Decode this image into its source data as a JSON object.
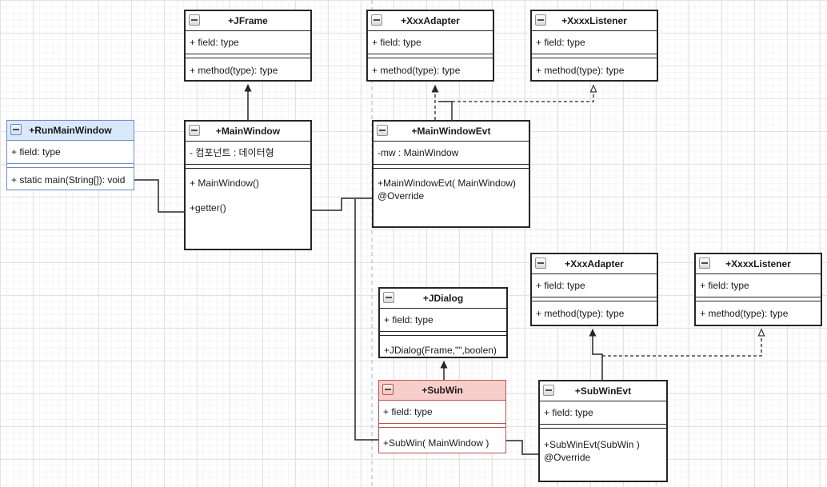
{
  "diagram": {
    "kind": "uml-class-diagram",
    "colors": {
      "box_stroke": "#262626",
      "blue_fill": "#dae8fc",
      "blue_stroke": "#6c8ebf",
      "pink_fill": "#f8cecc",
      "pink_stroke": "#b85450",
      "grid_minor": "#f4f4f4",
      "grid_major": "#e3e3e3",
      "page_break": "#b5b5b5"
    },
    "icons": {
      "collapse": "minus-square-icon"
    }
  },
  "boxes": {
    "jframe": {
      "title": "+JFrame",
      "field": "+ field: type",
      "methods": [
        "+ method(type): type"
      ]
    },
    "adapter_top": {
      "title": "+XxxAdapter",
      "field": "+ field: type",
      "methods": [
        "+ method(type): type"
      ]
    },
    "listener_top": {
      "title": "+XxxxListener",
      "field": "+ field: type",
      "methods": [
        "+ method(type): type"
      ]
    },
    "run": {
      "title": "+RunMainWindow",
      "field": "+ field: type",
      "methods": [
        "+ static main(String[]): void"
      ]
    },
    "main": {
      "title": "+MainWindow",
      "field": "- 컴포넌트 : 데이터형",
      "methods": [
        "+ MainWindow()",
        "+getter()"
      ]
    },
    "evt": {
      "title": "+MainWindowEvt",
      "field": "-mw : MainWindow",
      "methods": [
        "+MainWindowEvt( MainWindow)",
        "@Override"
      ]
    },
    "jdialog": {
      "title": "+JDialog",
      "field": "+ field: type",
      "methods": [
        "+JDialog(Frame,\"\",boolen)"
      ]
    },
    "adapter_bot": {
      "title": "+XxxAdapter",
      "field": "+ field: type",
      "methods": [
        "+ method(type): type"
      ]
    },
    "listener_bot": {
      "title": "+XxxxListener",
      "field": "+ field: type",
      "methods": [
        "+ method(type): type"
      ]
    },
    "subwin": {
      "title": "+SubWin",
      "field": "+ field: type",
      "methods": [
        "+SubWin( MainWindow )"
      ]
    },
    "subwinevt": {
      "title": "+SubWinEvt",
      "field": "+ field: type",
      "methods": [
        "+SubWinEvt(SubWin )",
        "@Override"
      ]
    }
  },
  "edges": [
    {
      "name": "run-to-mainwindow",
      "from": "RunMainWindow",
      "to": "MainWindow",
      "style": "solid",
      "arrow": "none"
    },
    {
      "name": "mainwindowevt-to-mainwindow",
      "from": "MainWindowEvt",
      "to": "MainWindow",
      "style": "solid",
      "arrow": "none"
    },
    {
      "name": "subwin-to-mainwindow",
      "from": "SubWin",
      "to": "MainWindow",
      "style": "solid",
      "arrow": "none"
    },
    {
      "name": "subwinevt-to-subwin",
      "from": "SubWinEvt",
      "to": "SubWin",
      "style": "solid",
      "arrow": "none"
    },
    {
      "name": "mainwindow-extends-jframe",
      "from": "MainWindow",
      "to": "JFrame",
      "style": "solid",
      "arrow": "filled-triangle"
    },
    {
      "name": "mainwindowevt-extends-adapter",
      "from": "MainWindowEvt",
      "to": "XxxAdapter (top)",
      "style": "dashed",
      "arrow": "filled-triangle"
    },
    {
      "name": "mainwindowevt-implements-listener",
      "from": "MainWindowEvt",
      "to": "XxxxListener (top)",
      "style": "dashed",
      "arrow": "hollow-triangle"
    },
    {
      "name": "subwin-extends-jdialog",
      "from": "SubWin",
      "to": "JDialog",
      "style": "solid",
      "arrow": "filled-triangle"
    },
    {
      "name": "subwinevt-extends-adapter",
      "from": "SubWinEvt",
      "to": "XxxAdapter (bottom)",
      "style": "solid",
      "arrow": "filled-triangle"
    },
    {
      "name": "subwinevt-implements-listener",
      "from": "SubWinEvt",
      "to": "XxxxListener (bottom)",
      "style": "dashed",
      "arrow": "hollow-triangle"
    }
  ]
}
